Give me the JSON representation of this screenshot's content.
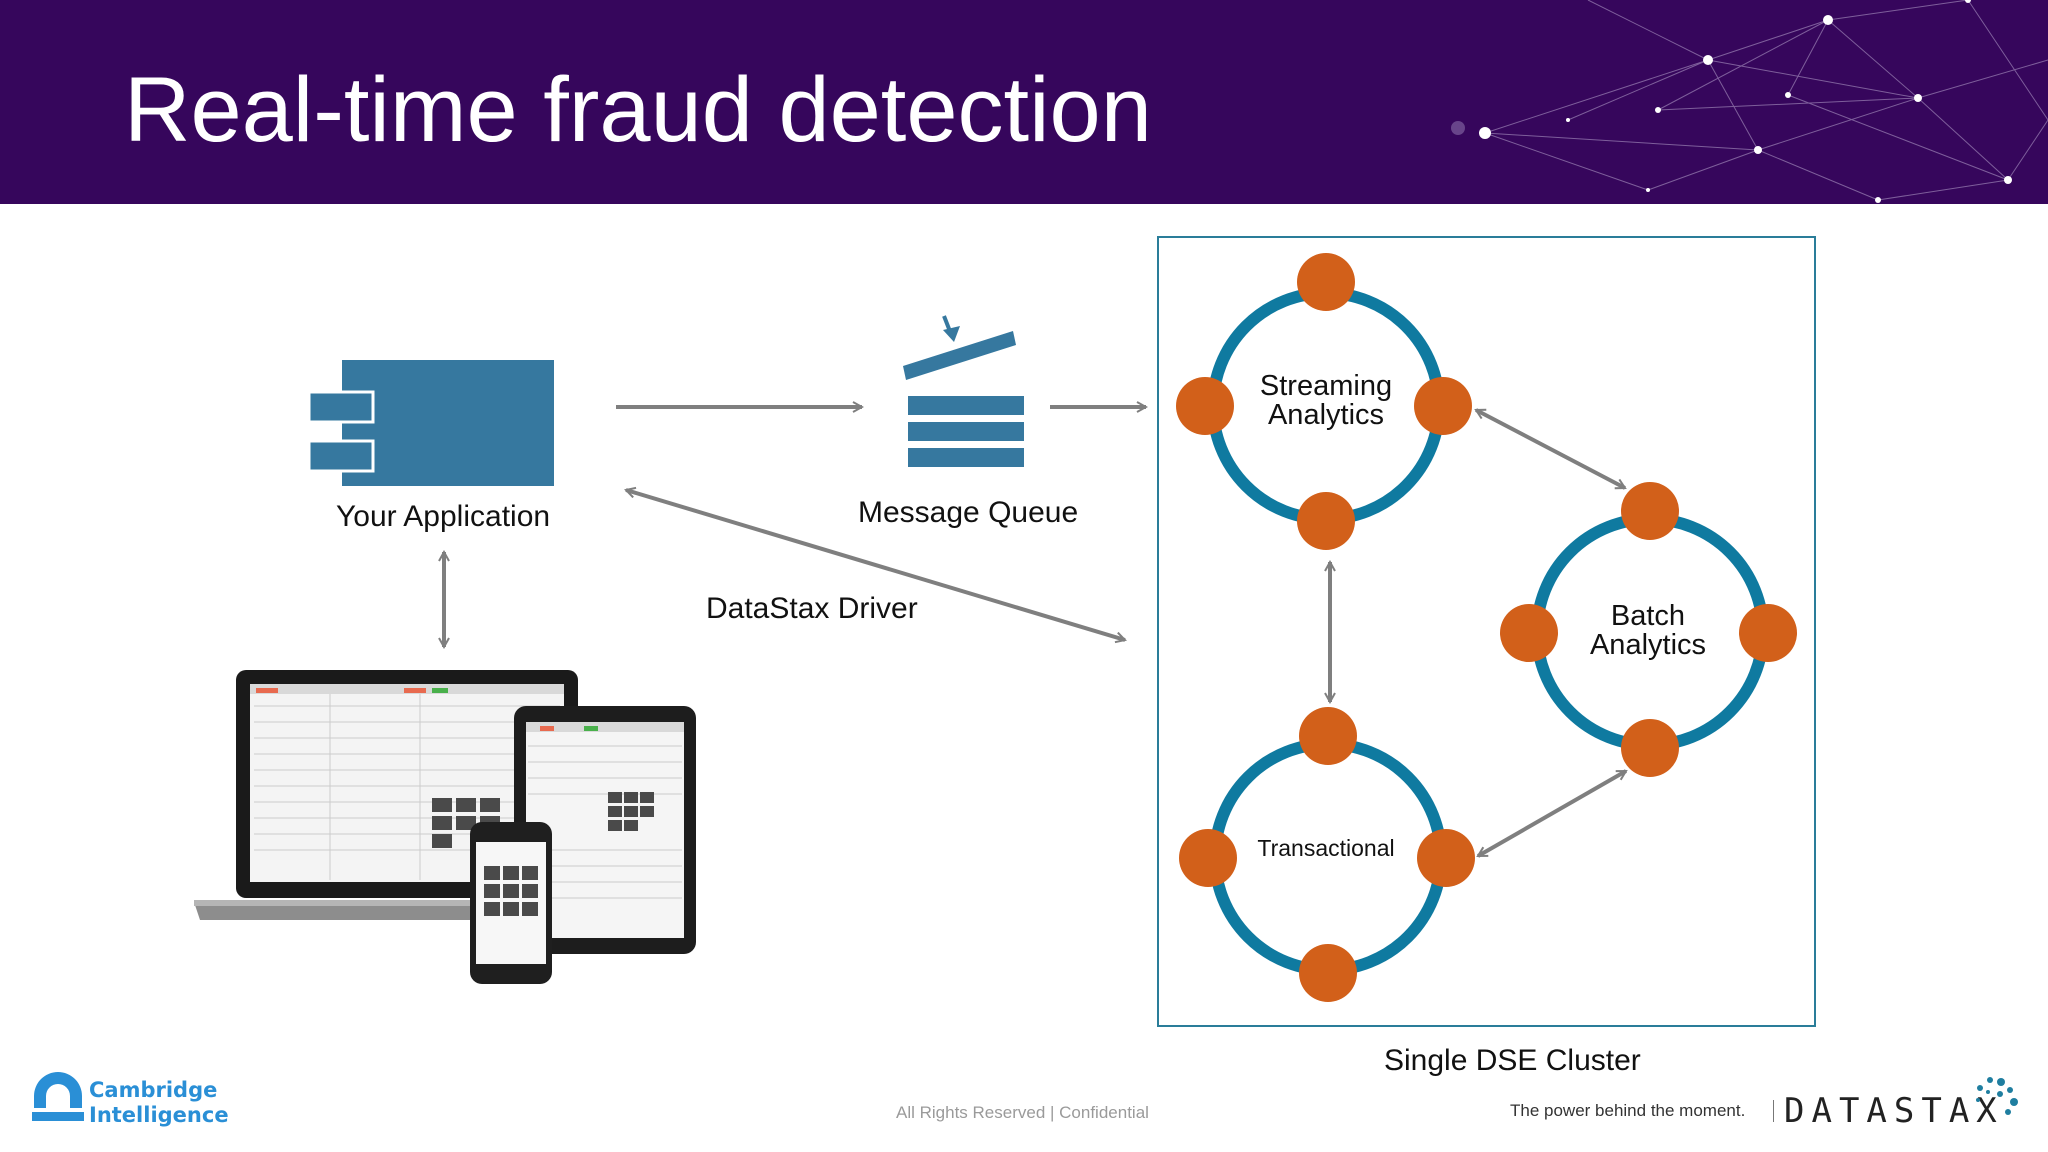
{
  "header": {
    "title": "Real-time fraud detection",
    "background_color": "#36065c"
  },
  "diagram": {
    "your_application": "Your Application",
    "message_queue": "Message Queue",
    "datastax_driver": "DataStax Driver",
    "cluster_label": "Single DSE Cluster",
    "nodes": {
      "streaming": [
        "Streaming",
        "Analytics"
      ],
      "batch": [
        "Batch",
        "Analytics"
      ],
      "transactional": "Transactional"
    },
    "colors": {
      "ring": "#0f7aa0",
      "node_dot": "#d2601a",
      "app_block": "#36789f",
      "arrow": "#7f7f7f",
      "cluster_border": "#2a7d99"
    },
    "icons": [
      "application-component-icon",
      "message-queue-icon",
      "devices-image"
    ]
  },
  "footer": {
    "left_logo_text": [
      "Cambridge",
      "Intelligence"
    ],
    "confidential": "All Rights Reserved | Confidential",
    "tagline": "The power behind the moment.",
    "brand": "DATASTAX"
  }
}
